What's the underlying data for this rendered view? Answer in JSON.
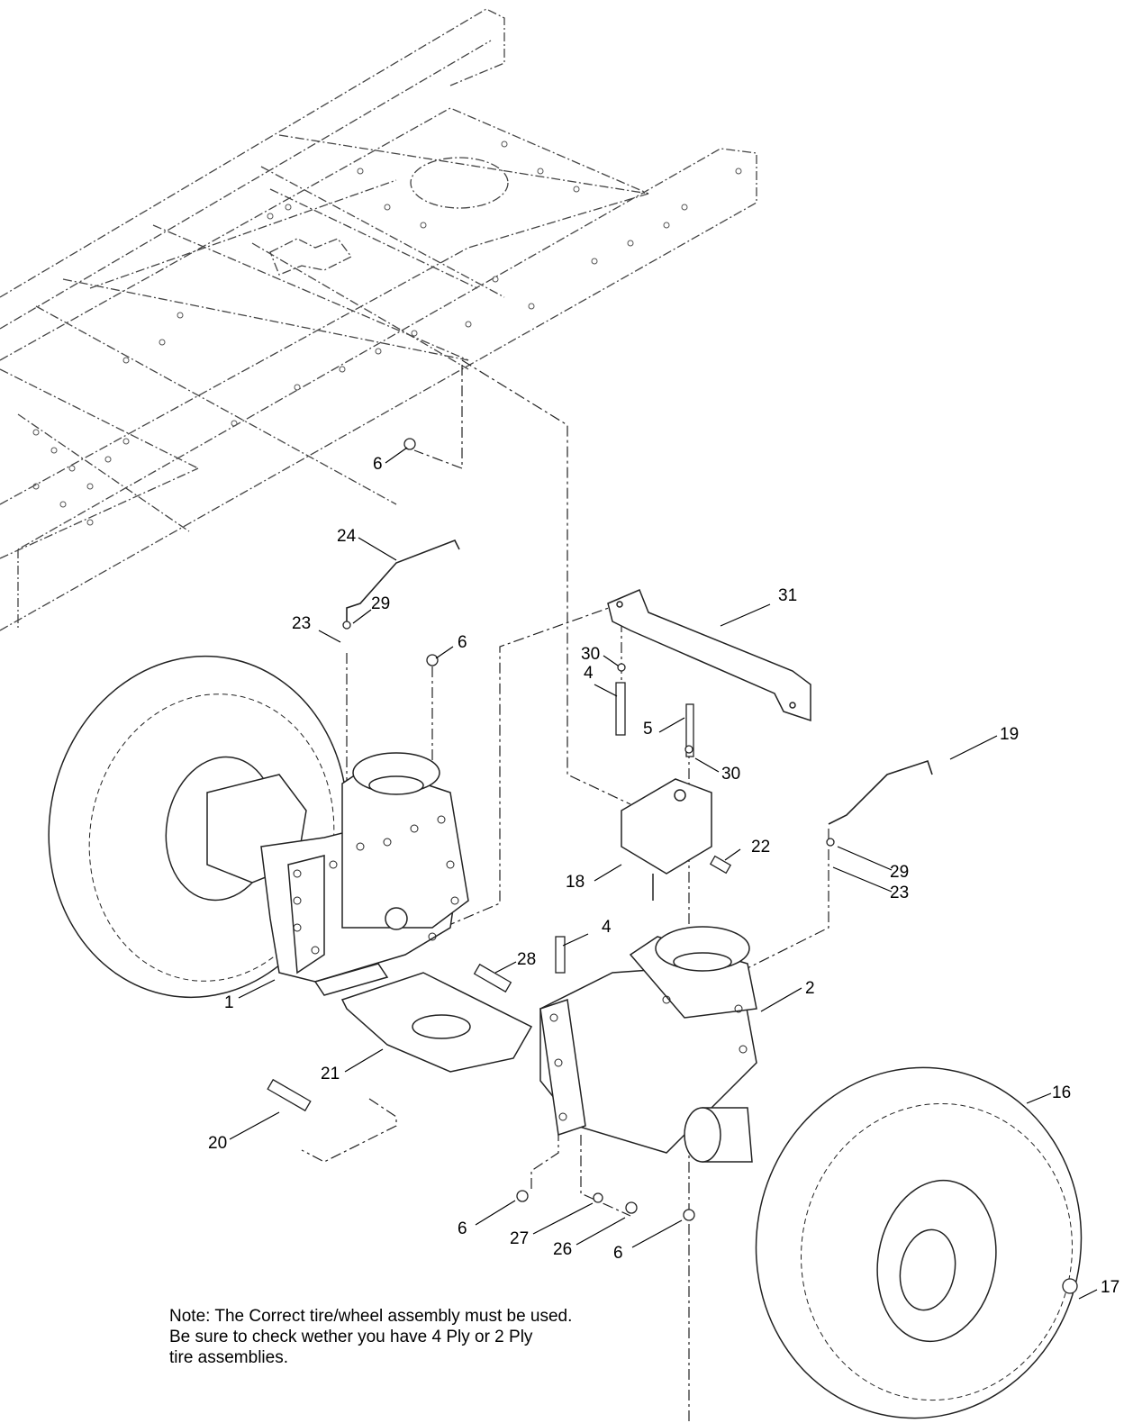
{
  "callouts": {
    "c1": "1",
    "c2": "2",
    "c4a": "4",
    "c4b": "4",
    "c5": "5",
    "c6a": "6",
    "c6b": "6",
    "c6c": "6",
    "c6d": "6",
    "c16": "16",
    "c17": "17",
    "c18": "18",
    "c19": "19",
    "c20": "20",
    "c21": "21",
    "c22": "22",
    "c23a": "23",
    "c23b": "23",
    "c24": "24",
    "c26": "26",
    "c27": "27",
    "c28": "28",
    "c29a": "29",
    "c29b": "29",
    "c30a": "30",
    "c30b": "30",
    "c31": "31"
  },
  "note": {
    "line1": "Note: The Correct tire/wheel assembly must be used.",
    "line2": "Be sure to check wether you have 4 Ply or 2 Ply",
    "line3": "tire assemblies."
  }
}
